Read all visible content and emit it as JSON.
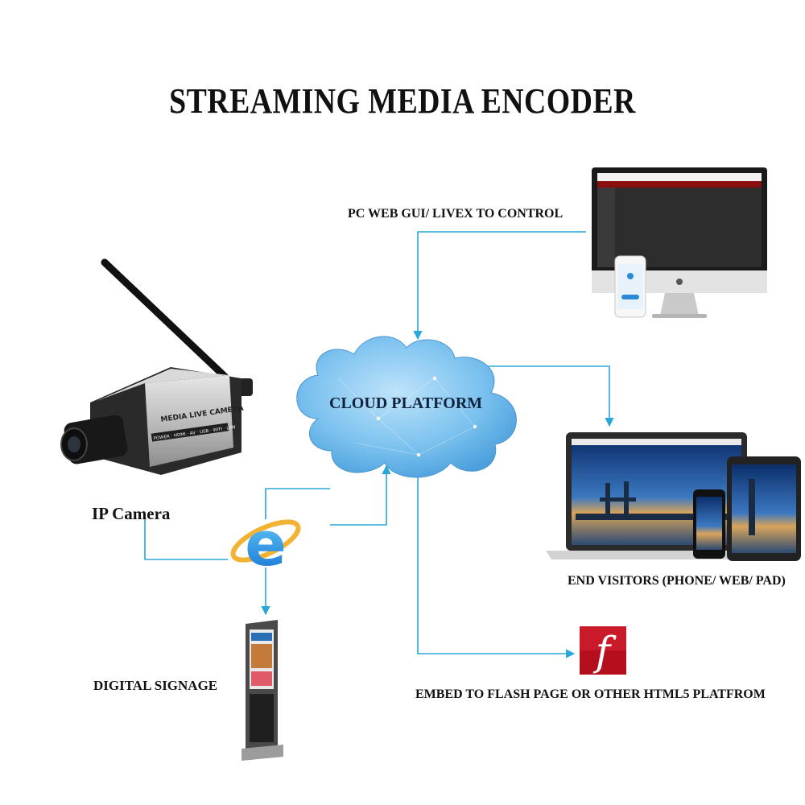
{
  "title": "STREAMING MEDIA ENCODER",
  "labels": {
    "pc_control": "PC WEB GUI/ LIVEX TO CONTROL",
    "cloud": "CLOUD PLATFORM",
    "ip_camera": "IP  Camera",
    "end_visitors": "END VISITORS (PHONE/ WEB/  PAD)",
    "digital_signage": "DIGITAL SIGNAGE",
    "embed": "EMBED TO  FLASH PAGE OR OTHER HTML5 PLATFROM",
    "camera_body_text": "MEDIA LIVE CAMERA",
    "camera_port_text": "POWER · HDMI · AV · USB · WIFI · LAN",
    "flash_letter": "f",
    "ie_letter": "e"
  },
  "colors": {
    "connector": "#2aa7d6",
    "cloud_fill": "#6cb8ea",
    "flash_red": "#c8102e",
    "ie_blue": "#1e88e5"
  },
  "icons": [
    "ip-camera-icon",
    "cloud-icon",
    "imac-icon",
    "laptop-icon",
    "tablet-icon",
    "phone-icon",
    "ie-browser-icon",
    "flash-icon",
    "digital-signage-icon"
  ]
}
